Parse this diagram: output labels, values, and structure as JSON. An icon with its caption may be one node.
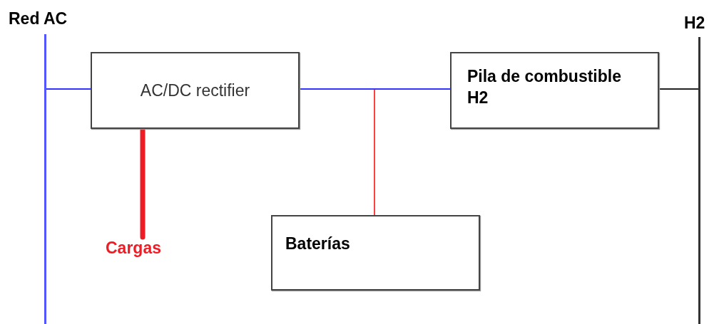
{
  "diagram": {
    "nodes": [
      {
        "text": [
          "Red AC"
        ]
      },
      {
        "text": [
          "AC/DC rectifier"
        ]
      },
      {
        "text": [
          "Cargas"
        ]
      },
      {
        "text": [
          "Pila de combustible H2"
        ]
      },
      {
        "text": [
          "Baterías"
        ]
      },
      {
        "text": [
          "H2"
        ]
      }
    ],
    "edges": [
      {
        "from": 0,
        "to": 1,
        "arrow": "none",
        "color": "#3333ff"
      },
      {
        "from": 4,
        "to": 1,
        "arrow": "none",
        "color": "#ff4040"
      },
      {
        "from": 4,
        "to": 3,
        "arrow": "none",
        "color": "#ff4040"
      },
      {
        "from": 1,
        "to": 3,
        "arrow": "none",
        "color": "#3333ff"
      },
      {
        "from": 1,
        "to": 2,
        "arrow": "none",
        "style": "thick",
        "color": "#ee1c25"
      },
      {
        "from": 3,
        "to": 5,
        "arrow": "none",
        "color": "#222222"
      }
    ]
  }
}
